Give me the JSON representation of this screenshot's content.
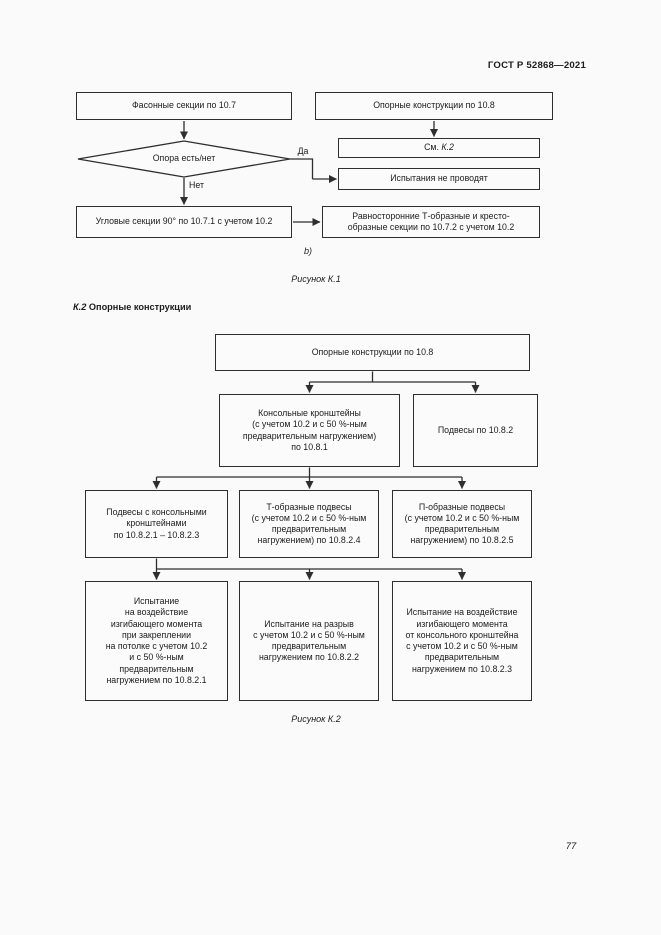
{
  "page": {
    "header_title": "ГОСТ Р 52868—2021",
    "page_number": "77"
  },
  "figure_k1": {
    "sub_label": "b)",
    "caption": "Рисунок К.1",
    "boxes": {
      "fasonnye": "Фасонные секции по 10.7",
      "opornye": "Опорные конструкции по 10.8",
      "sm_prefix": "См.",
      "sm_ref": "К.2",
      "no_tests": "Испытания не проводят",
      "uglovye": "Угловые секции 90° по 10.7.1 с учетом 10.2",
      "ravnostoronnie": "Равносторонние Т-образные и кресто-\nобразные секции по 10.7.2 с учетом 10.2"
    },
    "decision": {
      "label": "Опора есть/нет",
      "yes": "Да",
      "no": "Нет"
    }
  },
  "section_k2": {
    "number": "К.2",
    "title": "Опорные конструкции"
  },
  "figure_k2": {
    "caption": "Рисунок К.2",
    "boxes": {
      "root": "Опорные конструкции по 10.8",
      "konsolnye": "Консольные кронштейны\n(с учетом 10.2 и с 50 %-ным\nпредварительным нагружением)\nпо 10.8.1",
      "podvesy": "Подвесы по 10.8.2",
      "podvesy_konsolnye": "Подвесы с консольными\nкронштейнами\nпо 10.8.2.1 – 10.8.2.3",
      "t_obraznye": "Т-образные подвесы\n(с учетом 10.2 и с 50 %-ным\nпредварительным\nнагружением) по 10.8.2.4",
      "p_obraznye": "П-образные подвесы\n(с учетом 10.2 и с 50 %-ным\nпредварительным\nнагружением) по 10.8.2.5",
      "test_moment_potolok": "Испытание\nна воздействие\nизгибающего момента\nпри закреплении\nна потолке с учетом 10.2\nи с 50 %-ным\nпредварительным\nнагружением по 10.8.2.1",
      "test_razryv": "Испытание на разрыв\nс учетом 10.2 и с 50 %-ным\nпредварительным\nнагружением по 10.8.2.2",
      "test_moment_kronshtein": "Испытание на воздействие\nизгибающего момента\nот консольного кронштейна\nс учетом 10.2 и с 50 %-ным\nпредварительным\nнагружением по 10.8.2.3"
    }
  },
  "colors": {
    "line": "#2e2e2e",
    "background": "#fafafa",
    "text": "#1c1c1c"
  }
}
